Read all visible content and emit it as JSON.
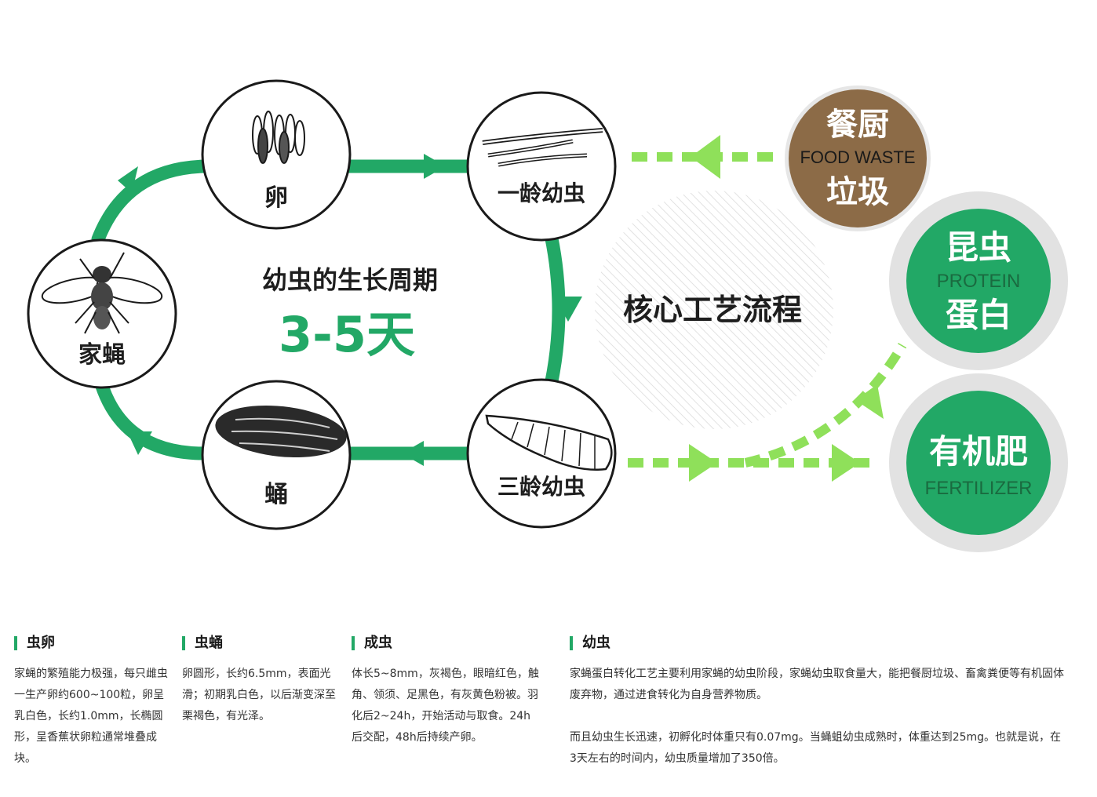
{
  "center": {
    "cycle_title": "幼虫的生长周期",
    "cycle_days": "3-5天",
    "process_title": "核心工艺流程"
  },
  "stages": {
    "egg": "卵",
    "first_instar": "一龄幼虫",
    "third_instar": "三龄幼虫",
    "pupa": "蛹",
    "fly": "家蝇"
  },
  "resources": {
    "food_waste": {
      "cn_top": "餐厨",
      "en": "FOOD WASTE",
      "cn_bottom": "垃圾",
      "color": "#8c6b47"
    },
    "protein": {
      "cn_top": "昆虫",
      "en": "PROTEIN",
      "cn_bottom": "蛋白",
      "color": "#22a866"
    },
    "fertilizer": {
      "cn_top": "有机肥",
      "en": "FERTILIZER",
      "color": "#22a866"
    }
  },
  "colors": {
    "cycle_green": "#22a866",
    "flow_light_green": "#8fe05a",
    "ring_gray": "#e2e2e2"
  },
  "info": {
    "egg": {
      "title": "虫卵",
      "text": "家蝇的繁殖能力极强，每只雌虫一生产卵约600~100粒，卵呈乳白色，长约1.0mm，长椭圆形，呈香蕉状卵粒通常堆叠成块。"
    },
    "pupa": {
      "title": "虫蛹",
      "text": "卵圆形，长约6.5mm，表面光滑；初期乳白色，以后渐变深至栗褐色，有光泽。"
    },
    "adult": {
      "title": "成虫",
      "text": "体长5~8mm，灰褐色，眼暗红色，触角、领须、足黑色，有灰黄色粉被。羽化后2~24h，开始活动与取食。24h后交配，48h后持续产卵。"
    },
    "larva": {
      "title": "幼虫",
      "text1": "家蝇蛋白转化工艺主要利用家蝇的幼虫阶段，家蝇幼虫取食量大，能把餐厨垃圾、畜禽粪便等有机固体废弃物，通过进食转化为自身营养物质。",
      "text2": "而且幼虫生长迅速，初孵化时体重只有0.07mg。当蝇蛆幼虫成熟时，体重达到25mg。也就是说，在3天左右的时间内，幼虫质量增加了350倍。"
    }
  }
}
